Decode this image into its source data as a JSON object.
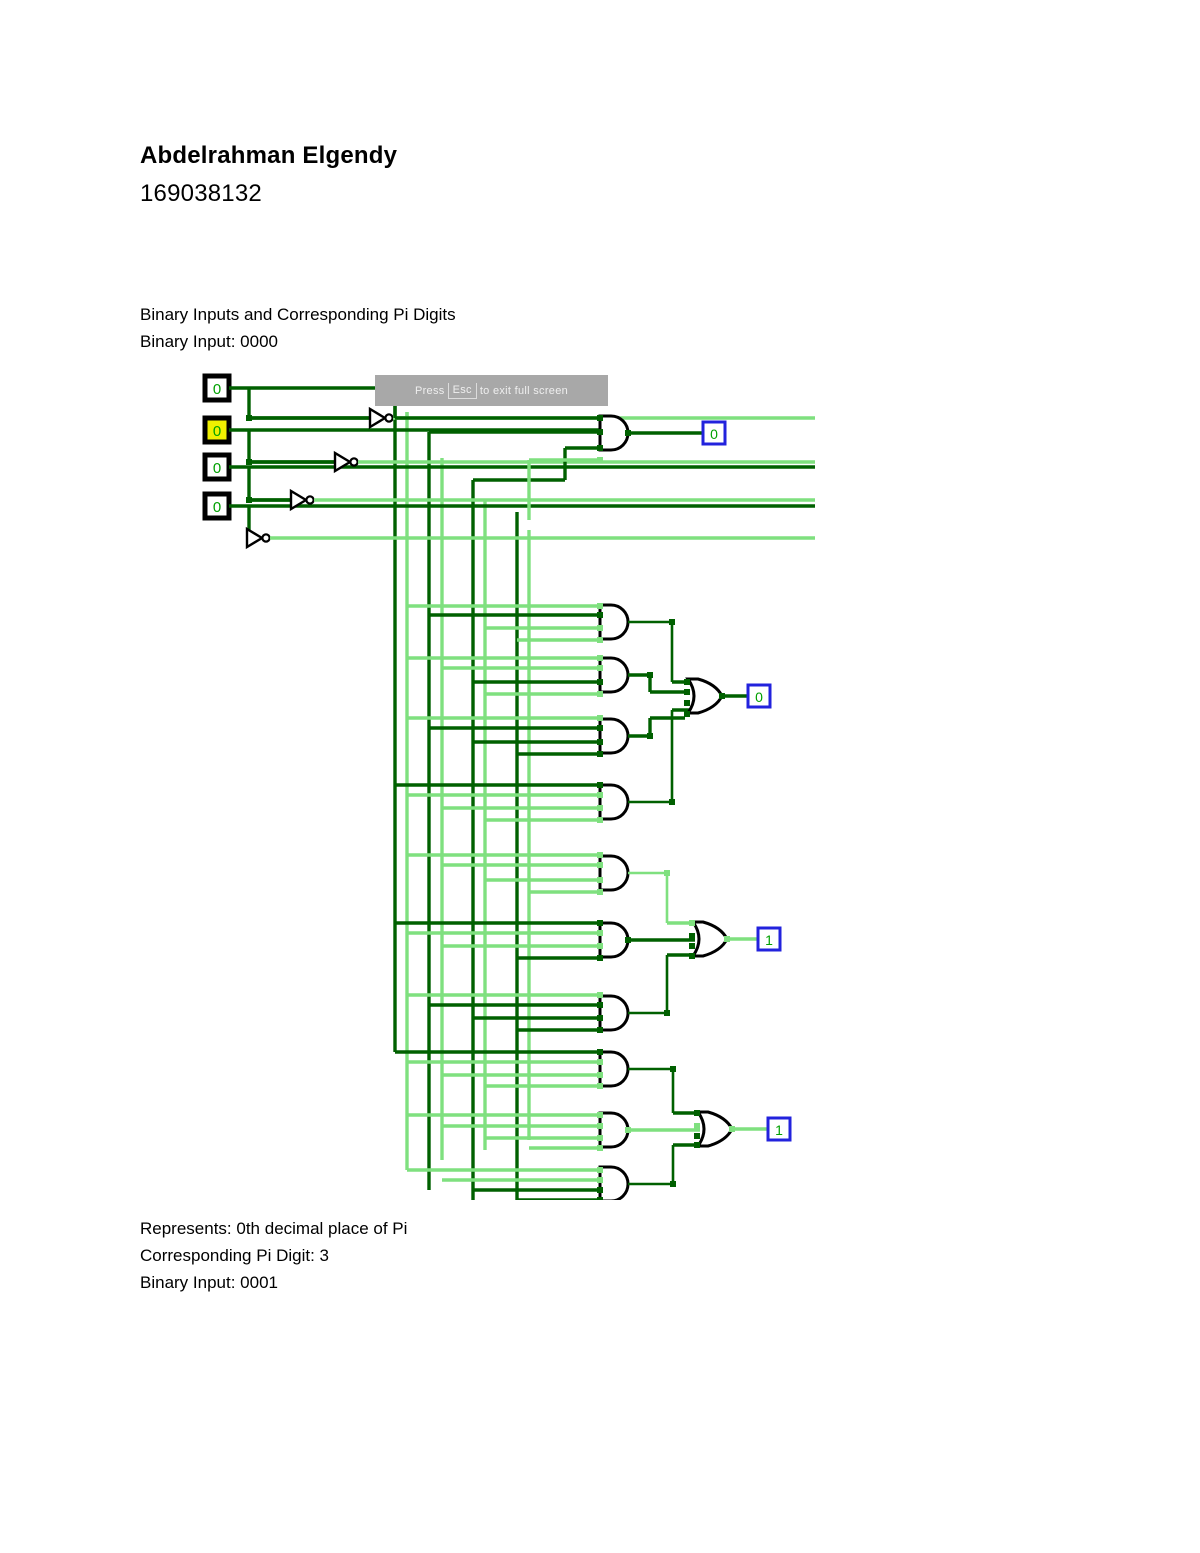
{
  "document": {
    "author_name": "Abdelrahman Elgendy",
    "author_id": "169038132",
    "section_heading": "Binary Inputs and Corresponding Pi Digits",
    "binary_input_line": "Binary Input: 0000",
    "represents_line": "Represents: 0th decimal place of Pi",
    "pi_digit_line": "Corresponding Pi Digit: 3",
    "next_binary_input_line": "Binary Input: 0001"
  },
  "fullscreen_overlay": {
    "prefix": "Press",
    "key": "Esc",
    "suffix": "to exit full screen",
    "background_color": "#a8a8a8",
    "text_color": "#efefef"
  },
  "circuit": {
    "tool": "logic-simulator",
    "colors": {
      "wire_high": "#00aa00",
      "wire_low": "#006000",
      "wire_inverted": "#7fe07f",
      "gate_outline": "#000000",
      "pin_border_input": "#000000",
      "pin_border_output": "#2222dd",
      "pin_selected_fill": "#f0f000",
      "pin_value_text": "#00a000",
      "canvas_background": "#ffffff"
    },
    "inputs": [
      {
        "label": "input-pin-0",
        "value": "0",
        "selected": false
      },
      {
        "label": "input-pin-1",
        "value": "0",
        "selected": true
      },
      {
        "label": "input-pin-2",
        "value": "0",
        "selected": false
      },
      {
        "label": "input-pin-3",
        "value": "0",
        "selected": false
      }
    ],
    "outputs": [
      {
        "label": "output-pin-0",
        "value": "0"
      },
      {
        "label": "output-pin-1",
        "value": "0"
      },
      {
        "label": "output-pin-2",
        "value": "1"
      },
      {
        "label": "output-pin-3",
        "value": "1"
      }
    ],
    "not_gate_count": 4,
    "and_gate_count": 11,
    "or_gate_count": 3,
    "groups": [
      {
        "name": "bit-3-group",
        "and_gates": 1,
        "or_gates": 0,
        "output_value": "0"
      },
      {
        "name": "bit-2-group",
        "and_gates": 4,
        "or_gates": 1,
        "output_value": "0"
      },
      {
        "name": "bit-1-group",
        "and_gates": 3,
        "or_gates": 1,
        "output_value": "1"
      },
      {
        "name": "bit-0-group",
        "and_gates": 3,
        "or_gates": 1,
        "output_value": "1"
      }
    ]
  }
}
